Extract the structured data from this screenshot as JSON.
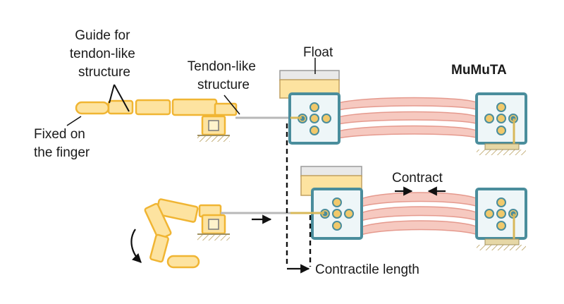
{
  "labels": {
    "guide": [
      "Guide for",
      "tendon-like",
      "structure"
    ],
    "tendon": [
      "Tendon-like",
      "structure"
    ],
    "float": "Float",
    "mumuta": "MuMuTA",
    "fixed": [
      "Fixed on",
      "the finger"
    ],
    "contract": "Contract",
    "contractile_length": "Contractile length"
  },
  "colors": {
    "finger_fill": "#fde3a0",
    "finger_stroke": "#f0b533",
    "plate_stroke": "#4a8d9c",
    "muscle_fill": "#f6c9c0",
    "float_fill": "#e6e6e6"
  }
}
